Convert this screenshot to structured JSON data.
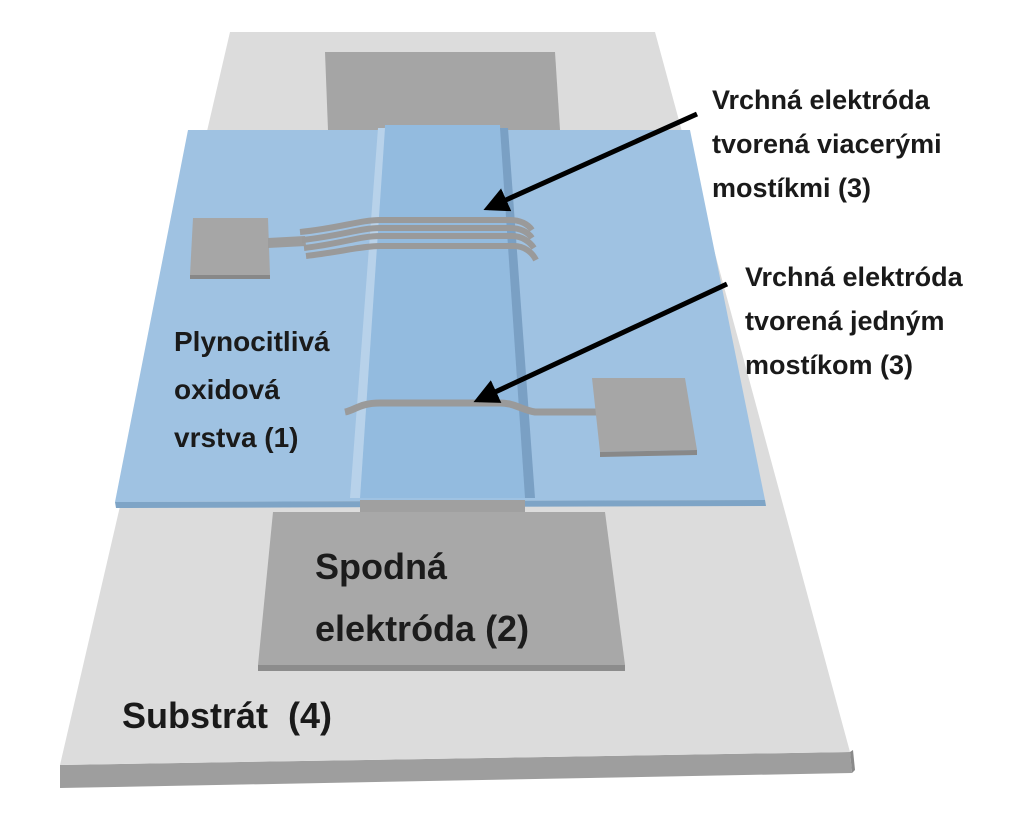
{
  "labels": {
    "top_bridge": [
      "Vrchná elektróda",
      "tvorená viacerými",
      "mostíkmi (3)"
    ],
    "single_bridge": [
      "Vrchná elektróda",
      "tvorená jedným",
      "mostíkom (3)"
    ],
    "oxide_layer": [
      "Plynocitlivá",
      "oxidová",
      "vrstva (1)"
    ],
    "bottom_electrode": [
      "Spodná",
      "elektróda (2)"
    ],
    "substrate": "Substrát  (4)"
  },
  "colors": {
    "substrate": "#d9d9d9",
    "oxide": "#9dc1e0",
    "electrode": "#a6a6a6",
    "arrow": "#000000"
  }
}
